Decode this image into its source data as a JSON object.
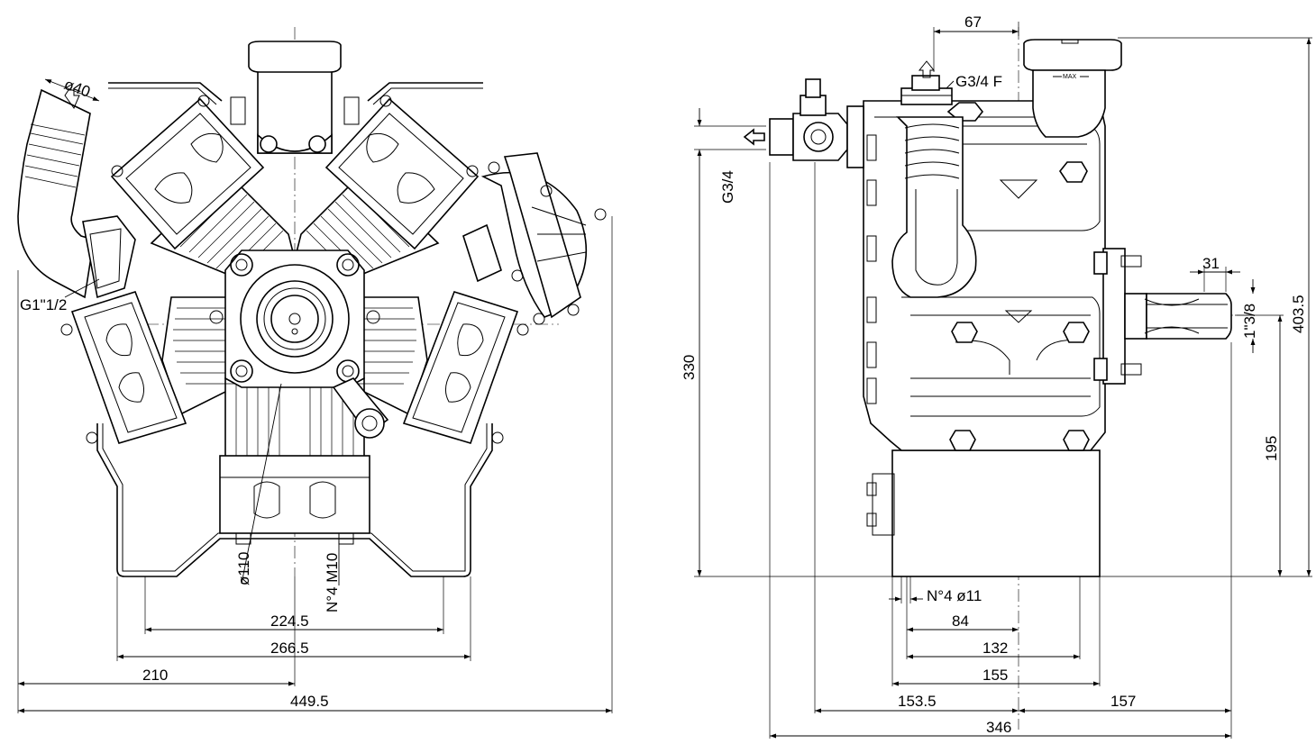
{
  "labels": {
    "d40": "ø40",
    "g1_1_2": "G1\"1/2",
    "d110": "ø110",
    "n4_m10": "N°4 M10",
    "d224_5": "224.5",
    "d266_5": "266.5",
    "d210": "210",
    "d449_5": "449.5",
    "d67": "67",
    "g3_4_f": "G3/4 F",
    "g3_4": "G3/4",
    "d330": "330",
    "d31": "31",
    "d1_3_8": "1\"3/8",
    "d403_5": "403.5",
    "d195": "195",
    "n4_d11": "N°4  ø11",
    "d84": "84",
    "d132": "132",
    "d155": "155",
    "d153_5": "153.5",
    "d157": "157",
    "d346": "346",
    "max": "MAX"
  }
}
